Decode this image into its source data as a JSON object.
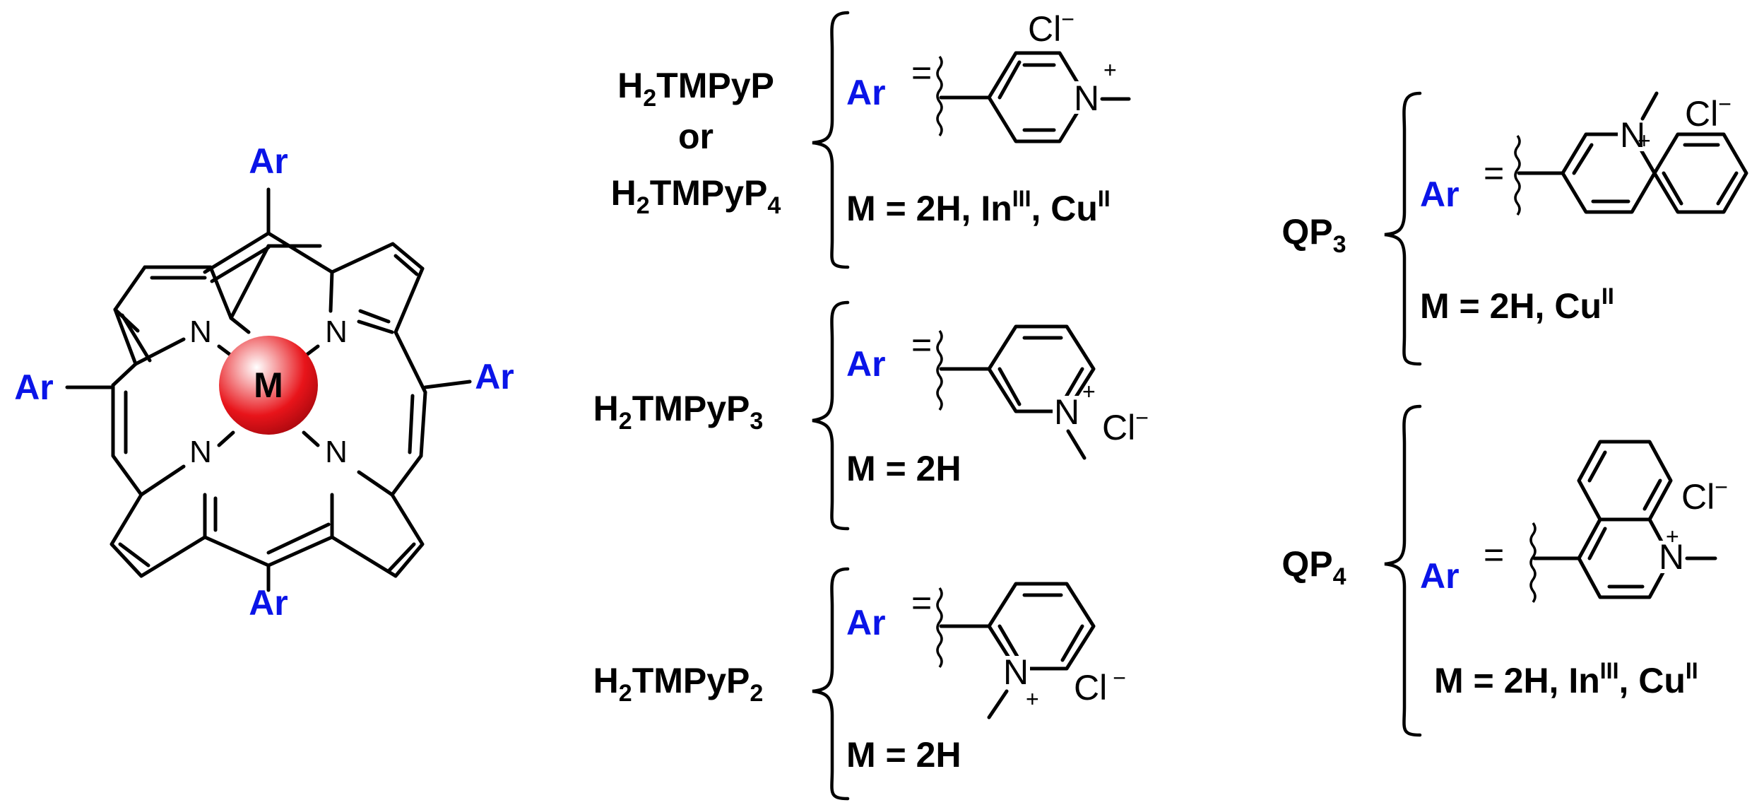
{
  "porphyrin": {
    "ar_top": "Ar",
    "ar_left": "Ar",
    "ar_right": "Ar",
    "ar_bottom": "Ar",
    "metal": "M",
    "n1": "N",
    "n2": "N",
    "n3": "N",
    "n4": "N",
    "colors": {
      "ar": "#0a14e8",
      "metal_ball": "#e8141a"
    }
  },
  "groups": {
    "g1": {
      "name_line1_prefix": "H",
      "name_line1_sub": "2",
      "name_line1_main": "TMPyP",
      "name_or": "or",
      "name_line3_prefix": "H",
      "name_line3_sub": "2",
      "name_line3_main": "TMPyP",
      "name_line3_sub2": "4",
      "ar": "Ar",
      "eq": "=",
      "counter_ion": "Cl",
      "counter_charge": "−",
      "n_atom": "N",
      "n_charge": "+",
      "m_label": "M",
      "m_eq": " = ",
      "m_text_1": "2H, In",
      "m_sup_1": "III",
      "m_text_2": ", Cu",
      "m_sup_2": "II"
    },
    "g2": {
      "name_prefix": "H",
      "name_sub": "2",
      "name_main": "TMPyP",
      "name_sub2": "3",
      "ar": "Ar",
      "eq": "=",
      "counter_ion": "Cl",
      "counter_charge": "−",
      "n_atom": "N",
      "n_charge": "+",
      "m_label": "M",
      "m_eq": " = ",
      "m_text_1": "2H"
    },
    "g3": {
      "name_prefix": "H",
      "name_sub": "2",
      "name_main": "TMPyP",
      "name_sub2": "2",
      "ar": "Ar",
      "eq": "=",
      "counter_ion": "Cl",
      "counter_charge": "−",
      "n_atom": "N",
      "n_charge": "+",
      "m_label": "M",
      "m_eq": " = ",
      "m_text_1": "2H"
    },
    "g4": {
      "name_main": "QP",
      "name_sub": "3",
      "ar": "Ar",
      "eq": "=",
      "counter_ion": "Cl",
      "counter_charge": "−",
      "n_atom": "N",
      "n_charge": "+",
      "m_label": "M",
      "m_eq": " = ",
      "m_text_1": "2H, Cu",
      "m_sup_1": "II"
    },
    "g5": {
      "name_main": "QP",
      "name_sub": "4",
      "ar": "Ar",
      "eq": "=",
      "counter_ion": "Cl",
      "counter_charge": "−",
      "n_atom": "N",
      "n_charge": "+",
      "m_label": "M",
      "m_eq": " = ",
      "m_text_1": "2H, In",
      "m_sup_1": "III",
      "m_text_2": ", Cu",
      "m_sup_2": "II"
    }
  }
}
